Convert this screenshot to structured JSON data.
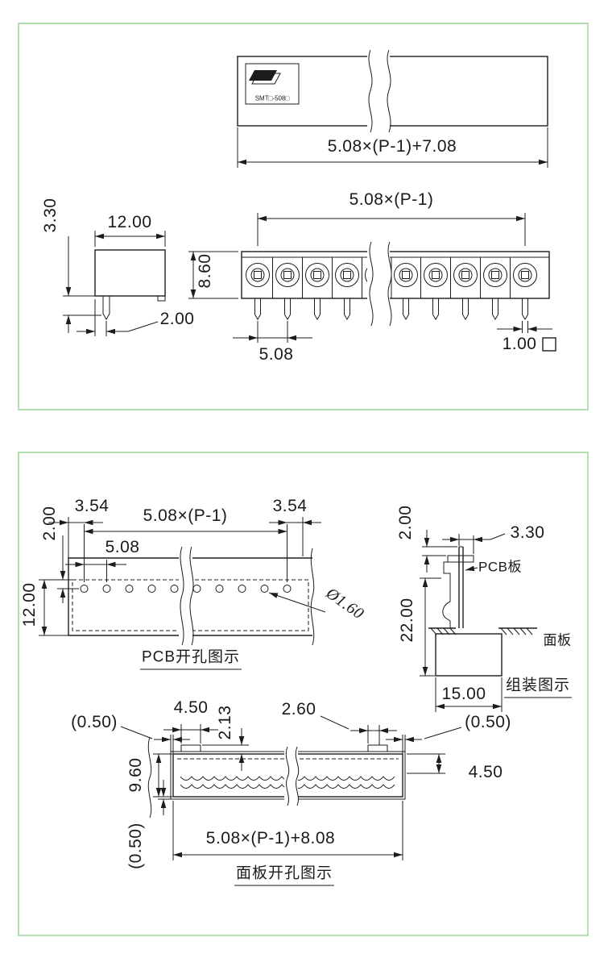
{
  "colors": {
    "panel_border": "#b4e0b4",
    "line": "#1c1c1c",
    "bg": "#ffffff"
  },
  "top_drawing": {
    "brand_label": "SMT□-508□",
    "dim_total_width": "5.08×(P-1)+7.08",
    "dim_pitch_span": "5.08×(P-1)",
    "dim_side_width": "12.00",
    "dim_pin_length": "3.30",
    "dim_body_height": "8.60",
    "dim_pin_offset": "2.00",
    "dim_pitch": "5.08",
    "dim_pin_size": "1.00"
  },
  "pcb_drawing": {
    "dim_margin_left": "3.54",
    "dim_pitch_span": "5.08×(P-1)",
    "dim_margin_right": "3.54",
    "dim_hole_offset": "2.00",
    "dim_pitch": "5.08",
    "dim_height": "12.00",
    "dim_hole_dia": "Ø1.60",
    "caption": "PCB开孔图示"
  },
  "assembly_drawing": {
    "dim_clearance": "2.00",
    "dim_pcb_thickness": "3.30",
    "label_pcb": "PCB板",
    "dim_height": "22.00",
    "label_panel": "面板",
    "dim_width": "15.00",
    "caption": "组装图示"
  },
  "panel_drawing": {
    "dim_gap_top_left": "(0.50)",
    "dim_notch_width": "4.50",
    "dim_notch_height": "2.13",
    "dim_slot": "2.60",
    "dim_gap_top_right": "(0.50)",
    "dim_cutout_height": "9.60",
    "dim_notch_right": "4.50",
    "dim_gap_bottom": "(0.50)",
    "dim_total_width": "5.08×(P-1)+8.08",
    "caption": "面板开孔图示"
  }
}
